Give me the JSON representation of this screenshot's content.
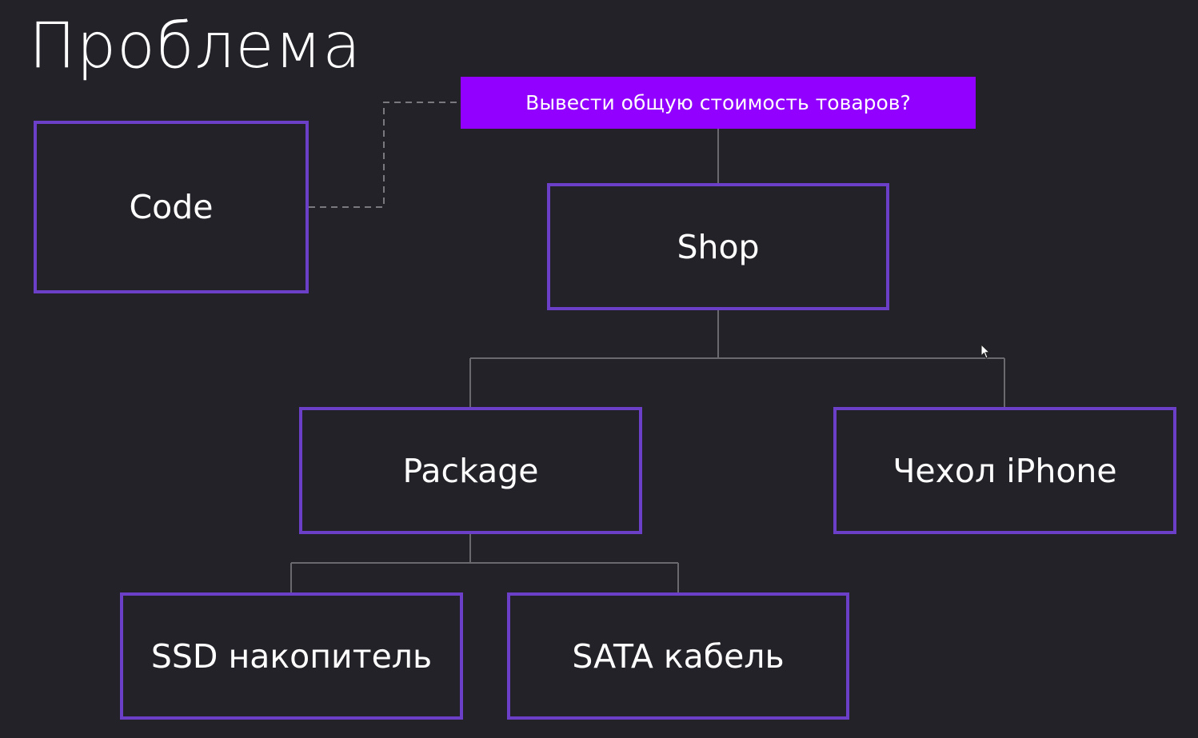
{
  "slide": {
    "title": "Проблема"
  },
  "callout": {
    "text": "Вывести общую стоимость товаров?"
  },
  "nodes": {
    "code": "Code",
    "shop": "Shop",
    "package": "Package",
    "case": "Чехол iPhone",
    "ssd": "SSD накопитель",
    "sata": "SATA кабель"
  },
  "colors": {
    "background": "#232228",
    "box_border": "#6b3fc8",
    "callout_fill": "#9200ff",
    "connector": "#6a6a6e"
  },
  "icons": {
    "cursor": "mouse-pointer-icon"
  }
}
